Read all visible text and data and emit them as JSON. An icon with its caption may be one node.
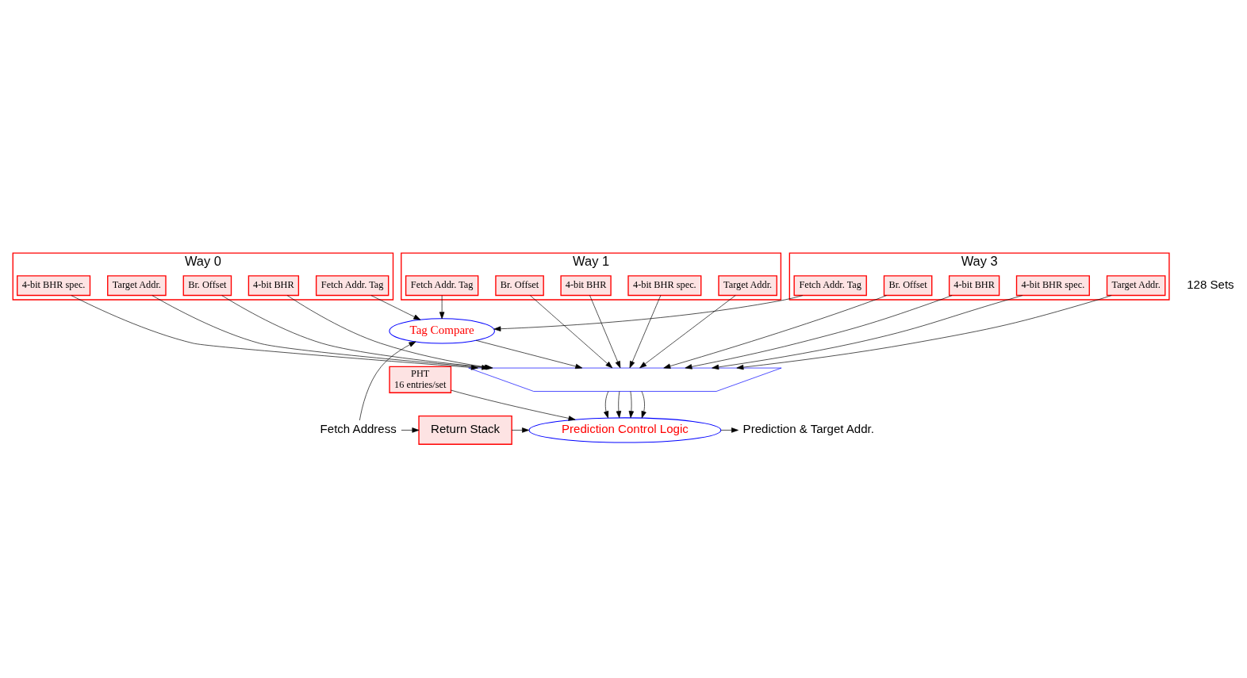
{
  "diagram": {
    "nodes": [
      {
        "text": [
          "Way 0"
        ]
      },
      {
        "text": [
          "Fetch Addr. Tag"
        ],
        "in": 0
      },
      {
        "text": [
          "Br. Offset"
        ],
        "in": 0
      },
      {
        "text": [
          "4-bit BHR"
        ],
        "in": 0
      },
      {
        "text": [
          "4-bit BHR spec."
        ],
        "in": 0
      },
      {
        "text": [
          "Target Addr."
        ],
        "in": 0
      },
      {
        "text": [
          "Way 1"
        ]
      },
      {
        "text": [
          "Fetch Addr. Tag"
        ],
        "in": 6
      },
      {
        "text": [
          "Br. Offset"
        ],
        "in": 6
      },
      {
        "text": [
          "4-bit BHR"
        ],
        "in": 6
      },
      {
        "text": [
          "4-bit BHR spec."
        ],
        "in": 6
      },
      {
        "text": [
          "Target Addr."
        ],
        "in": 6
      },
      {
        "text": [
          "Way 3"
        ]
      },
      {
        "text": [
          "Fetch Addr. Tag"
        ],
        "in": 12
      },
      {
        "text": [
          "Br. Offset"
        ],
        "in": 12
      },
      {
        "text": [
          "4-bit BHR"
        ],
        "in": 12
      },
      {
        "text": [
          "4-bit BHR spec."
        ],
        "in": 12
      },
      {
        "text": [
          "Target Addr."
        ],
        "in": 12
      },
      {
        "text": [
          "PHT",
          "16 entries/set"
        ]
      },
      {
        "text": [],
        "shape": "trapezoid"
      },
      {
        "text": [
          "Tag Compare"
        ]
      },
      {
        "text": [
          "Fetch Address"
        ]
      },
      {
        "text": [
          "Return Stack"
        ]
      },
      {
        "text": [
          "Prediction Control Logic"
        ]
      },
      {
        "text": [
          "Prediction & Target Addr."
        ]
      }
    ],
    "edges": [
      {
        "from": 1,
        "to": 20,
        "arrow": "to"
      },
      {
        "from": 7,
        "to": 20,
        "arrow": "to"
      },
      {
        "from": 13,
        "to": 20,
        "arrow": "to"
      },
      {
        "from": 2,
        "to": 19,
        "arrow": "to"
      },
      {
        "from": 3,
        "to": 19,
        "arrow": "to"
      },
      {
        "from": 4,
        "to": 19,
        "arrow": "to"
      },
      {
        "from": 5,
        "to": 19,
        "arrow": "to"
      },
      {
        "from": 8,
        "to": 19,
        "arrow": "to"
      },
      {
        "from": 9,
        "to": 19,
        "arrow": "to"
      },
      {
        "from": 10,
        "to": 19,
        "arrow": "to"
      },
      {
        "from": 11,
        "to": 19,
        "arrow": "to"
      },
      {
        "from": 14,
        "to": 19,
        "arrow": "to"
      },
      {
        "from": 15,
        "to": 19,
        "arrow": "to"
      },
      {
        "from": 16,
        "to": 19,
        "arrow": "to"
      },
      {
        "from": 17,
        "to": 19,
        "arrow": "to"
      },
      {
        "from": 20,
        "to": 19,
        "arrow": "to"
      },
      {
        "from": 19,
        "to": 23,
        "arrow": "to"
      },
      {
        "from": 19,
        "to": 23,
        "arrow": "to"
      },
      {
        "from": 19,
        "to": 23,
        "arrow": "to"
      },
      {
        "from": 19,
        "to": 23,
        "arrow": "to"
      },
      {
        "from": 18,
        "to": 23,
        "arrow": "to"
      },
      {
        "from": 21,
        "to": 20,
        "arrow": "to"
      },
      {
        "from": 21,
        "to": 22,
        "arrow": "to"
      },
      {
        "from": 22,
        "to": 23,
        "arrow": "to"
      },
      {
        "from": 23,
        "to": 24,
        "arrow": "to"
      }
    ],
    "labels": [
      "128 Sets"
    ]
  }
}
